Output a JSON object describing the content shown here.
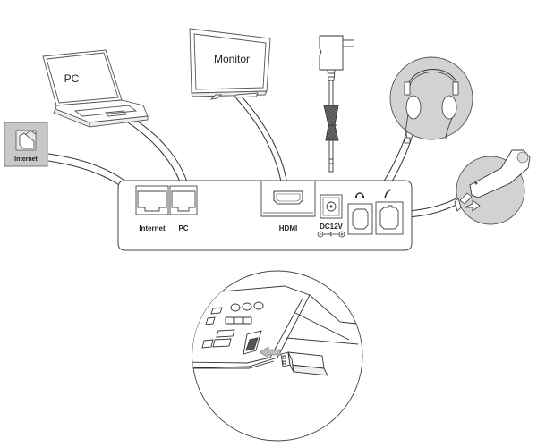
{
  "devices": {
    "internet_box": {
      "label": "Internet",
      "icon": "network-jack-icon"
    },
    "pc": {
      "label": "PC",
      "icon": "laptop-icon"
    },
    "monitor": {
      "label": "Monitor",
      "icon": "monitor-icon"
    },
    "power_adapter": {
      "icon": "power-adapter-icon"
    },
    "headset": {
      "icon": "headset-icon"
    },
    "handset": {
      "icon": "handset-icon"
    },
    "usb_dongle": {
      "icon": "usb-dongle-icon"
    }
  },
  "phone_rear_panel": {
    "ports": [
      {
        "id": "internet",
        "label": "Internet"
      },
      {
        "id": "pc",
        "label": "PC"
      },
      {
        "id": "hdmi",
        "label": "HDMI"
      },
      {
        "id": "dc",
        "label": "DC12V",
        "polarity": "⊖—◐—⊕"
      },
      {
        "id": "headset",
        "icon": "headset-port-icon"
      },
      {
        "id": "handset",
        "icon": "handset-port-icon"
      }
    ]
  },
  "colors": {
    "line": "#333333",
    "panel_fill": "#ffffff",
    "gray_fill": "#d0d0d0",
    "dark_fill": "#555555"
  }
}
